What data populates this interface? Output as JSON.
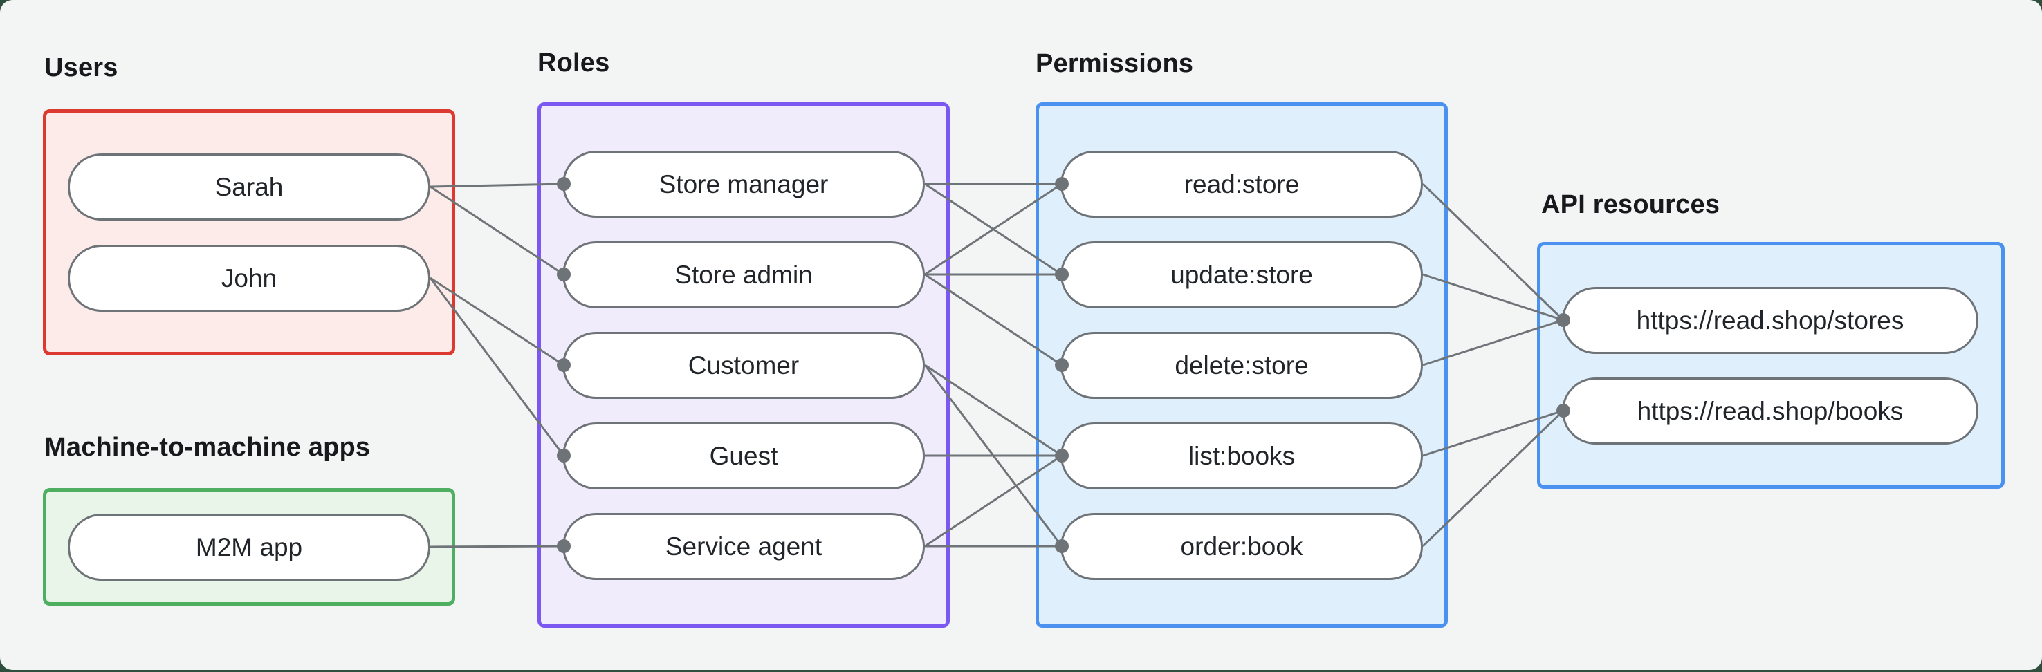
{
  "canvas": {
    "panel_background": "#f3f5f4",
    "background_behind_panel": "#2f4f3e"
  },
  "styles": {
    "edge_color": "#6f7478",
    "dot_color": "#6e7378",
    "pill_border_color": "#6e7378",
    "pill_fill": "#ffffff",
    "pill_text_color": "#212529",
    "label_color": "#17191d"
  },
  "groups": [
    {
      "id": "users",
      "label": "Users",
      "border": "#dc3a30",
      "fill": "#fcebe9"
    },
    {
      "id": "m2m",
      "label": "Machine-to-machine apps",
      "border": "#4daf5f",
      "fill": "#e9f5e8"
    },
    {
      "id": "roles",
      "label": "Roles",
      "border": "#7c58f3",
      "fill": "#f1ecfc"
    },
    {
      "id": "permissions",
      "label": "Permissions",
      "border": "#4b92f0",
      "fill": "#dfeffc"
    },
    {
      "id": "api",
      "label": "API resources",
      "border": "#4b92f0",
      "fill": "#dfeffc"
    }
  ],
  "nodes": [
    {
      "id": "sarah",
      "group": "users",
      "label": "Sarah"
    },
    {
      "id": "john",
      "group": "users",
      "label": "John"
    },
    {
      "id": "m2m_app",
      "group": "m2m",
      "label": "M2M app"
    },
    {
      "id": "store_manager",
      "group": "roles",
      "label": "Store manager"
    },
    {
      "id": "store_admin",
      "group": "roles",
      "label": "Store admin"
    },
    {
      "id": "customer",
      "group": "roles",
      "label": "Customer"
    },
    {
      "id": "guest",
      "group": "roles",
      "label": "Guest"
    },
    {
      "id": "service_agent",
      "group": "roles",
      "label": "Service agent"
    },
    {
      "id": "read_store",
      "group": "permissions",
      "label": "read:store"
    },
    {
      "id": "update_store",
      "group": "permissions",
      "label": "update:store"
    },
    {
      "id": "delete_store",
      "group": "permissions",
      "label": "delete:store"
    },
    {
      "id": "list_books",
      "group": "permissions",
      "label": "list:books"
    },
    {
      "id": "order_book",
      "group": "permissions",
      "label": "order:book"
    },
    {
      "id": "stores_api",
      "group": "api",
      "label": "https://read.shop/stores"
    },
    {
      "id": "books_api",
      "group": "api",
      "label": "https://read.shop/books"
    }
  ],
  "edges": [
    {
      "from": "sarah",
      "to": "store_manager"
    },
    {
      "from": "sarah",
      "to": "store_admin"
    },
    {
      "from": "john",
      "to": "customer"
    },
    {
      "from": "john",
      "to": "guest"
    },
    {
      "from": "m2m_app",
      "to": "service_agent"
    },
    {
      "from": "store_manager",
      "to": "read_store"
    },
    {
      "from": "store_manager",
      "to": "update_store"
    },
    {
      "from": "store_admin",
      "to": "read_store"
    },
    {
      "from": "store_admin",
      "to": "update_store"
    },
    {
      "from": "store_admin",
      "to": "delete_store"
    },
    {
      "from": "customer",
      "to": "list_books"
    },
    {
      "from": "customer",
      "to": "order_book"
    },
    {
      "from": "guest",
      "to": "list_books"
    },
    {
      "from": "service_agent",
      "to": "list_books"
    },
    {
      "from": "service_agent",
      "to": "order_book"
    },
    {
      "from": "read_store",
      "to": "stores_api"
    },
    {
      "from": "update_store",
      "to": "stores_api"
    },
    {
      "from": "delete_store",
      "to": "stores_api"
    },
    {
      "from": "list_books",
      "to": "books_api"
    },
    {
      "from": "order_book",
      "to": "books_api"
    }
  ]
}
